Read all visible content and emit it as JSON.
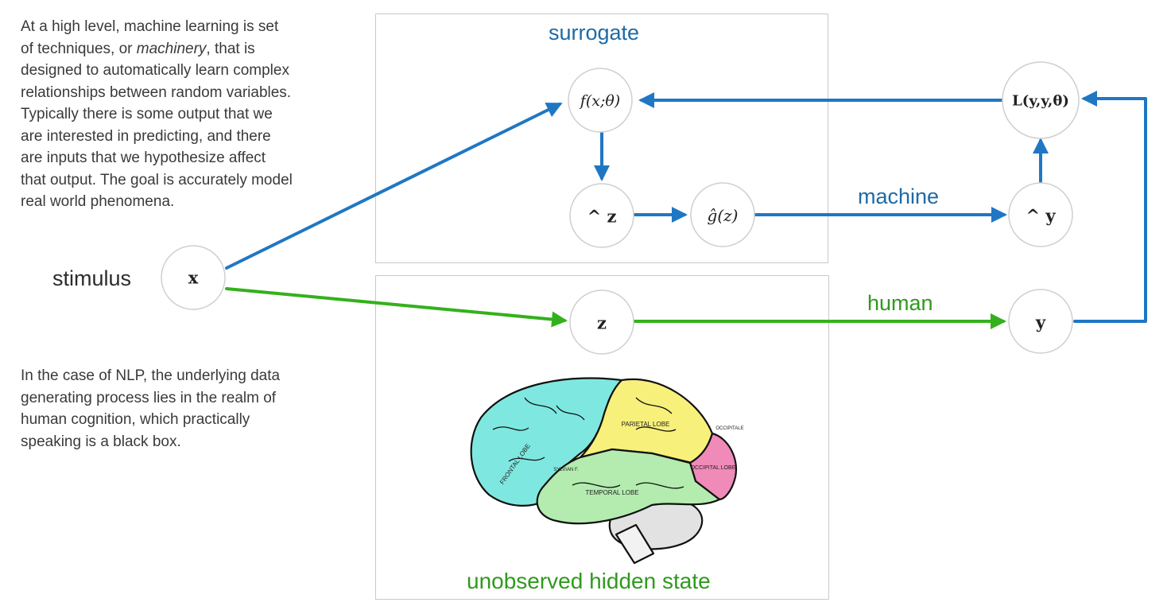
{
  "intro": {
    "lines": [
      [
        "At a high level, machine learning is set"
      ],
      [
        "of techniques, or ",
        "machinery",
        ", that is"
      ],
      [
        "designed to automatically learn complex"
      ],
      [
        "relationships between random variables."
      ],
      [
        "Typically there is some output that we"
      ],
      [
        "are interested in predicting, and there"
      ],
      [
        "are inputs that we hypothesize affect"
      ],
      [
        "that output. The goal is accurately model"
      ],
      [
        "real world phenomena."
      ]
    ]
  },
  "nlp": {
    "lines": [
      "In the case of NLP, the underlying data",
      "generating process lies in the realm of",
      "human cognition, which practically",
      "speaking is a black box."
    ]
  },
  "labels": {
    "stimulus": "stimulus",
    "surrogate": "surrogate",
    "machine": "machine",
    "human": "human",
    "hidden_state": "unobserved hidden state"
  },
  "nodes": {
    "x": "x",
    "f": "f(x;θ)",
    "loss": "L(y,y,θ)",
    "zhat": "^ z",
    "ghat": "ĝ(z)",
    "yhat": "^ y",
    "z": "z",
    "y": "y"
  },
  "brain": {
    "lobes": [
      "FRONTAL LOBE",
      "PARIETAL LOBE",
      "OCCIPITAL LOBE",
      "TEMPORAL LOBE",
      "SYLVIAN F.",
      "OCCIPITALE"
    ]
  },
  "colors": {
    "machine_path": "#1f77c4",
    "human_path": "#33b11c",
    "frontal": "#7ee8e0",
    "parietal": "#f7f07a",
    "occipital": "#f08ab8",
    "temporal": "#b4ecb0",
    "cerebellum": "#e2e2e2"
  }
}
